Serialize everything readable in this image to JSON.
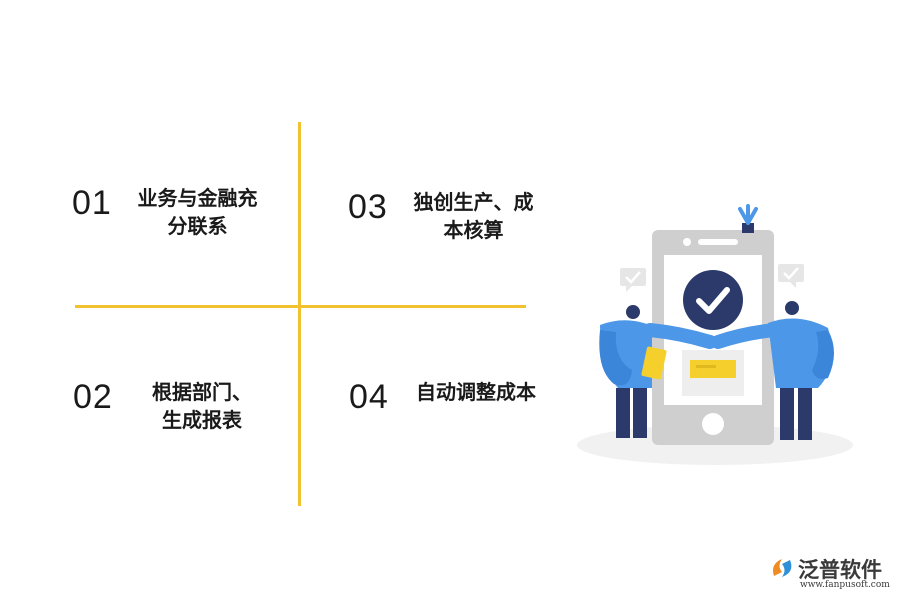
{
  "items": [
    {
      "num": "01",
      "text": "业务与金融充\n分联系"
    },
    {
      "num": "03",
      "text": "独创生产、成\n本核算"
    },
    {
      "num": "02",
      "text": "根据部门、\n生成报表"
    },
    {
      "num": "04",
      "text": "自动调整成本"
    }
  ],
  "colors": {
    "accent": "#f2c12e",
    "figure_blue": "#4c97e8",
    "check_navy": "#2b3a6b"
  },
  "illustration": {
    "icons": [
      "phone-icon",
      "check-circle-icon",
      "chat-check-icon",
      "plant-icon"
    ]
  },
  "logo": {
    "name": "泛普软件",
    "url": "www.fanpusoft.com"
  }
}
